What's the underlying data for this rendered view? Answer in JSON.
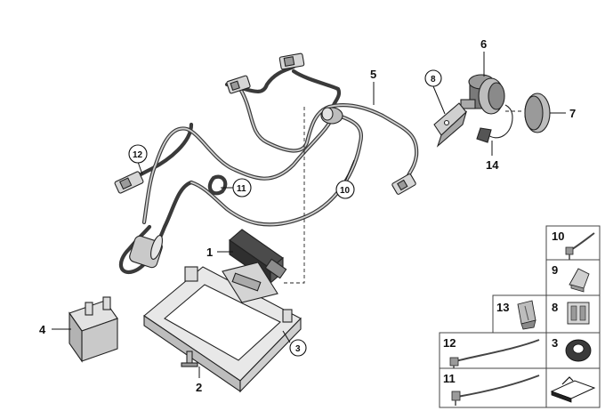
{
  "callouts": {
    "c1": "1",
    "c2": "2",
    "c3": "3",
    "c4": "4",
    "c5": "5",
    "c6": "6",
    "c7": "7",
    "c8": "8",
    "c10": "10",
    "c11": "11",
    "c12": "12",
    "c14": "14"
  },
  "legend": {
    "l10": "10",
    "l9": "9",
    "l13": "13",
    "l8": "8",
    "l12": "12",
    "l3": "3",
    "l11": "11"
  }
}
